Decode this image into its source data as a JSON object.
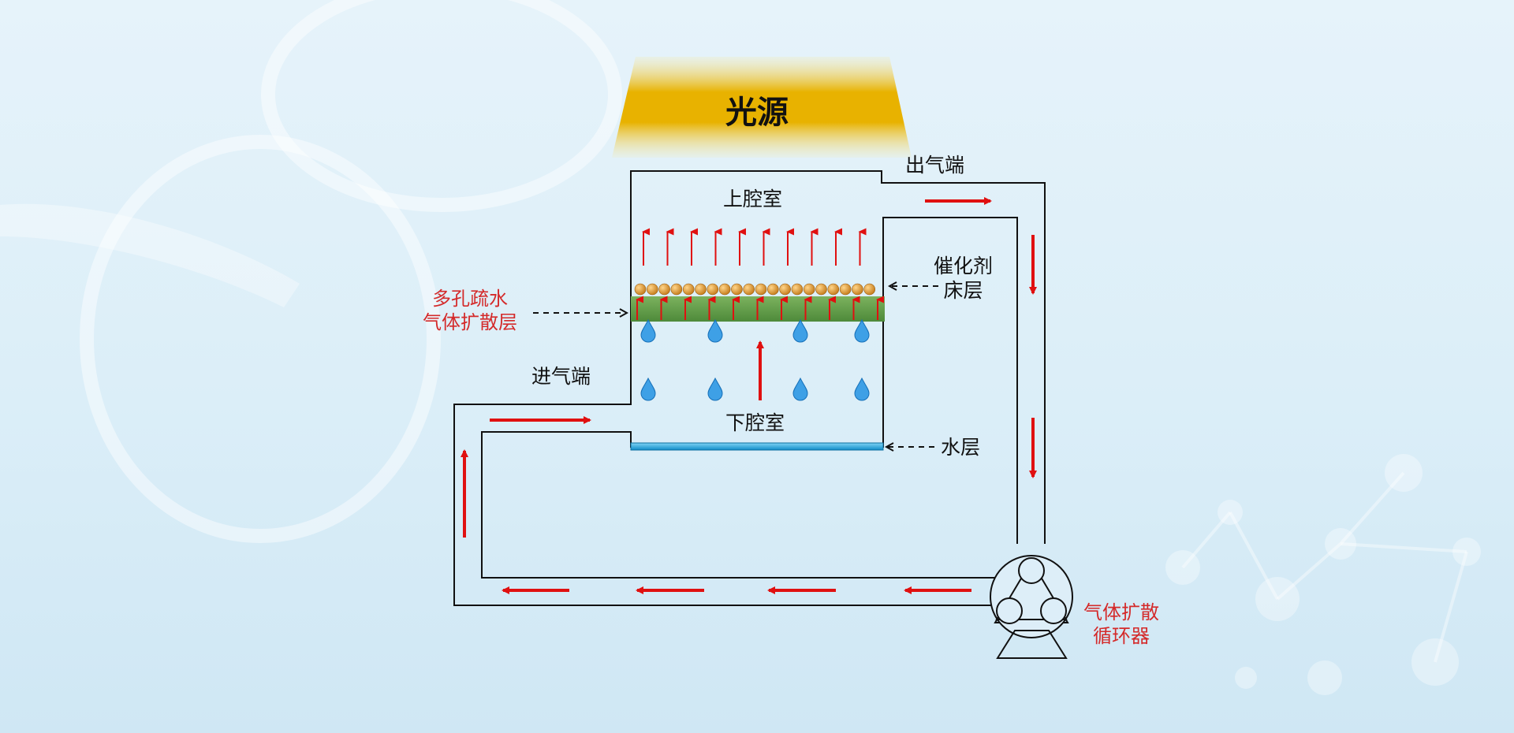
{
  "colors": {
    "flow_arrow": "#e01010",
    "outline": "#111111",
    "label_red": "#d42a2a",
    "membrane": "#5f9a48",
    "catalyst": "#d9902a",
    "water_layer": "#1fa8e0",
    "droplet": "#2f95e0",
    "light": "#e8b200"
  },
  "labels": {
    "light_source": "光源",
    "upper_chamber": "上腔室",
    "lower_chamber": "下腔室",
    "gas_outlet": "出气端",
    "gas_inlet": "进气端",
    "catalyst_bed": [
      "催化剂",
      "床层"
    ],
    "porous_layer": [
      "多孔疏水",
      "气体扩散层"
    ],
    "water_layer": "水层",
    "circulator": [
      "气体扩散",
      "循环器"
    ]
  }
}
